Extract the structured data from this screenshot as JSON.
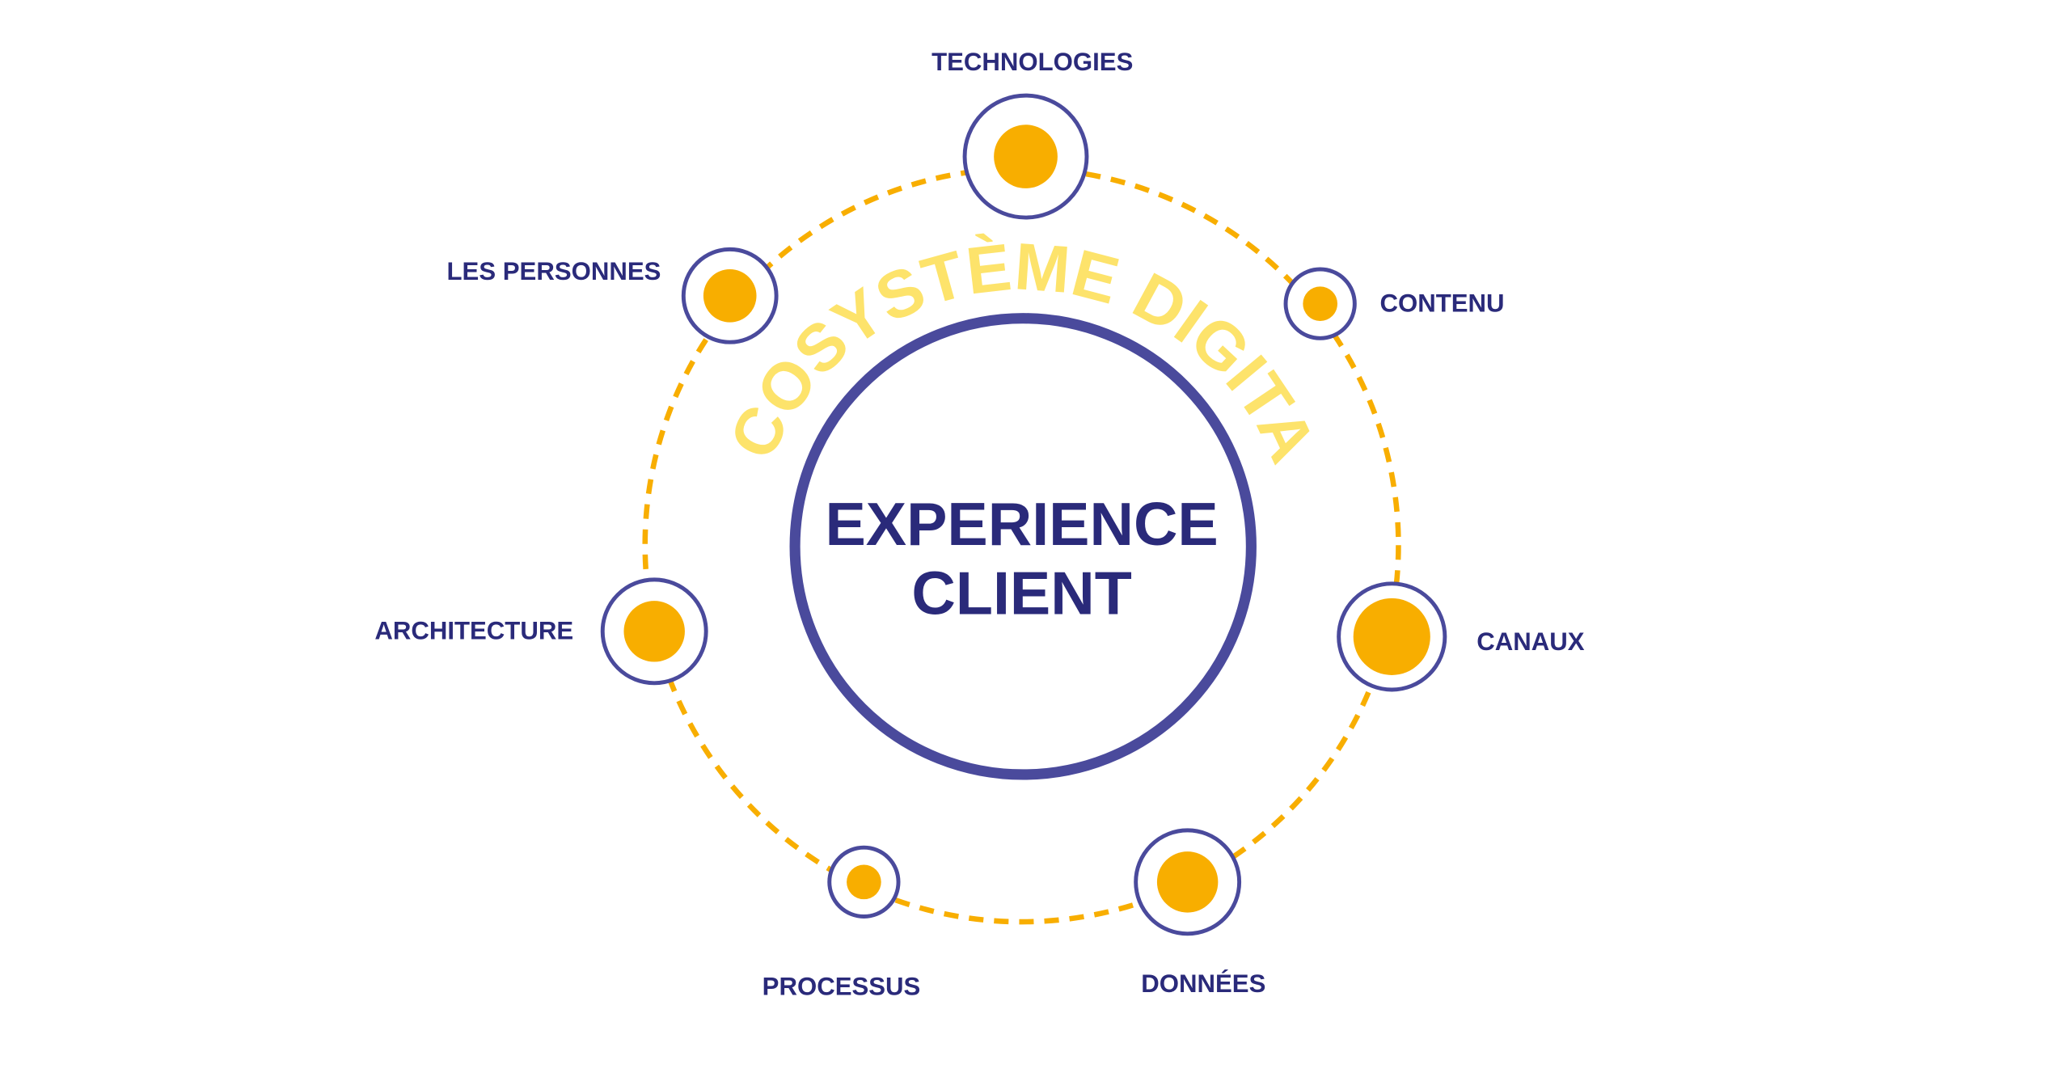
{
  "diagram": {
    "center_line1": "EXPERIENCE",
    "center_line2": "CLIENT",
    "arc_title": "ÉCOSYSTÈME DIGITAL",
    "nodes": [
      {
        "label": "TECHNOLOGIES"
      },
      {
        "label": "CONTENU"
      },
      {
        "label": "CANAUX"
      },
      {
        "label": "DONNÉES"
      },
      {
        "label": "PROCESSUS"
      },
      {
        "label": "ARCHITECTURE"
      },
      {
        "label": "LES PERSONNES"
      }
    ]
  },
  "colors": {
    "navy": "#2a2a7a",
    "ring": "#4a4a9c",
    "orange": "#f8ae00",
    "arc_text": "#fde36b"
  }
}
